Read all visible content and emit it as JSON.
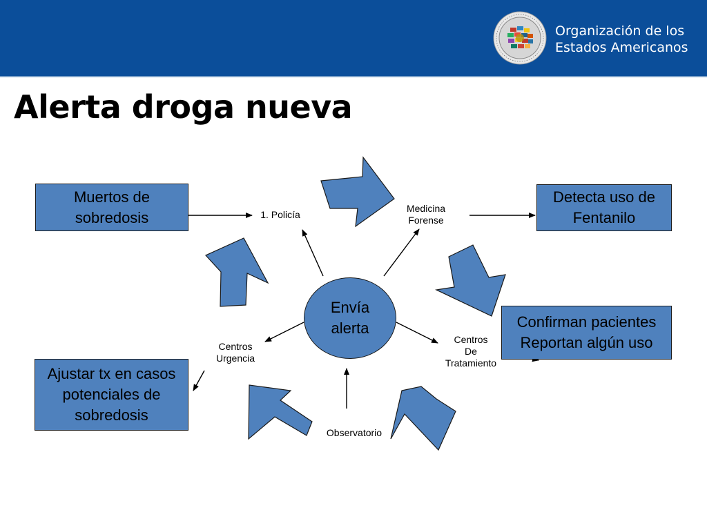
{
  "header": {
    "org_name_line1": "Organización de los",
    "org_name_line2": "Estados Americanos",
    "seal_icon": "oas-seal-icon"
  },
  "title": "Alerta droga nueva",
  "colors": {
    "header_bg": "#0b4e9a",
    "shape_fill": "#4f81bd",
    "outline": "#1a1a1a"
  },
  "diagram": {
    "center": {
      "line1": "Envía",
      "line2": "alerta"
    },
    "nodes": {
      "policia": "1. Policía",
      "forense_line1": "Medicina",
      "forense_line2": "Forense",
      "tratamiento_line1": "Centros",
      "tratamiento_line2": "De",
      "tratamiento_line3": "Tratamiento",
      "observatorio": "Observatorio",
      "urgencia_line1": "Centros",
      "urgencia_line2": "Urgencia"
    },
    "boxes": {
      "muertos_line1": "Muertos de",
      "muertos_line2": "sobredosis",
      "fentanilo_line1": "Detecta uso de",
      "fentanilo_line2": "Fentanilo",
      "pacientes_line1": "Confirman pacientes",
      "pacientes_line2": "Reportan algún uso",
      "ajustar_line1": "Ajustar tx en casos",
      "ajustar_line2": "potenciales de",
      "ajustar_line3": "sobredosis"
    }
  }
}
